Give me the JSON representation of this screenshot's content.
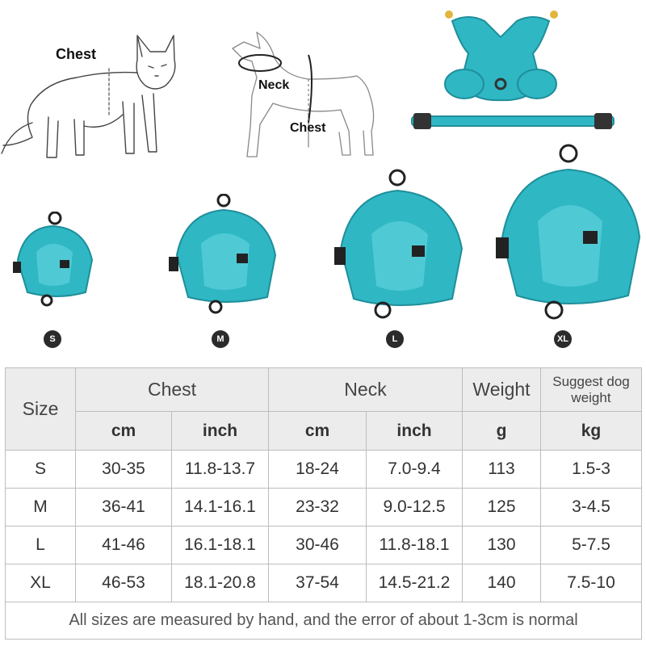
{
  "diagram_labels": {
    "cat_chest": "Chest",
    "dog_neck": "Neck",
    "dog_chest": "Chest"
  },
  "sizes_badges": [
    "S",
    "M",
    "L",
    "XL"
  ],
  "colors": {
    "harness": "#2fb7c4",
    "harness_dark": "#1f8f9a",
    "header_bg": "#ececec",
    "border": "#bdbdbd"
  },
  "table": {
    "header": {
      "size": "Size",
      "chest": "Chest",
      "neck": "Neck",
      "weight": "Weight",
      "suggest": "Suggest dog weight",
      "units": [
        "cm",
        "inch",
        "cm",
        "inch",
        "g",
        "kg"
      ]
    },
    "rows": [
      {
        "size": "S",
        "chest_cm": "30-35",
        "chest_in": "11.8-13.7",
        "neck_cm": "18-24",
        "neck_in": "7.0-9.4",
        "weight": "113",
        "dog_kg": "1.5-3"
      },
      {
        "size": "M",
        "chest_cm": "36-41",
        "chest_in": "14.1-16.1",
        "neck_cm": "23-32",
        "neck_in": "9.0-12.5",
        "weight": "125",
        "dog_kg": "3-4.5"
      },
      {
        "size": "L",
        "chest_cm": "41-46",
        "chest_in": "16.1-18.1",
        "neck_cm": "30-46",
        "neck_in": "11.8-18.1",
        "weight": "130",
        "dog_kg": "5-7.5"
      },
      {
        "size": "XL",
        "chest_cm": "46-53",
        "chest_in": "18.1-20.8",
        "neck_cm": "37-54",
        "neck_in": "14.5-21.2",
        "weight": "140",
        "dog_kg": "7.5-10"
      }
    ],
    "note": "All sizes are measured by hand, and the error of about 1-3cm is normal"
  }
}
